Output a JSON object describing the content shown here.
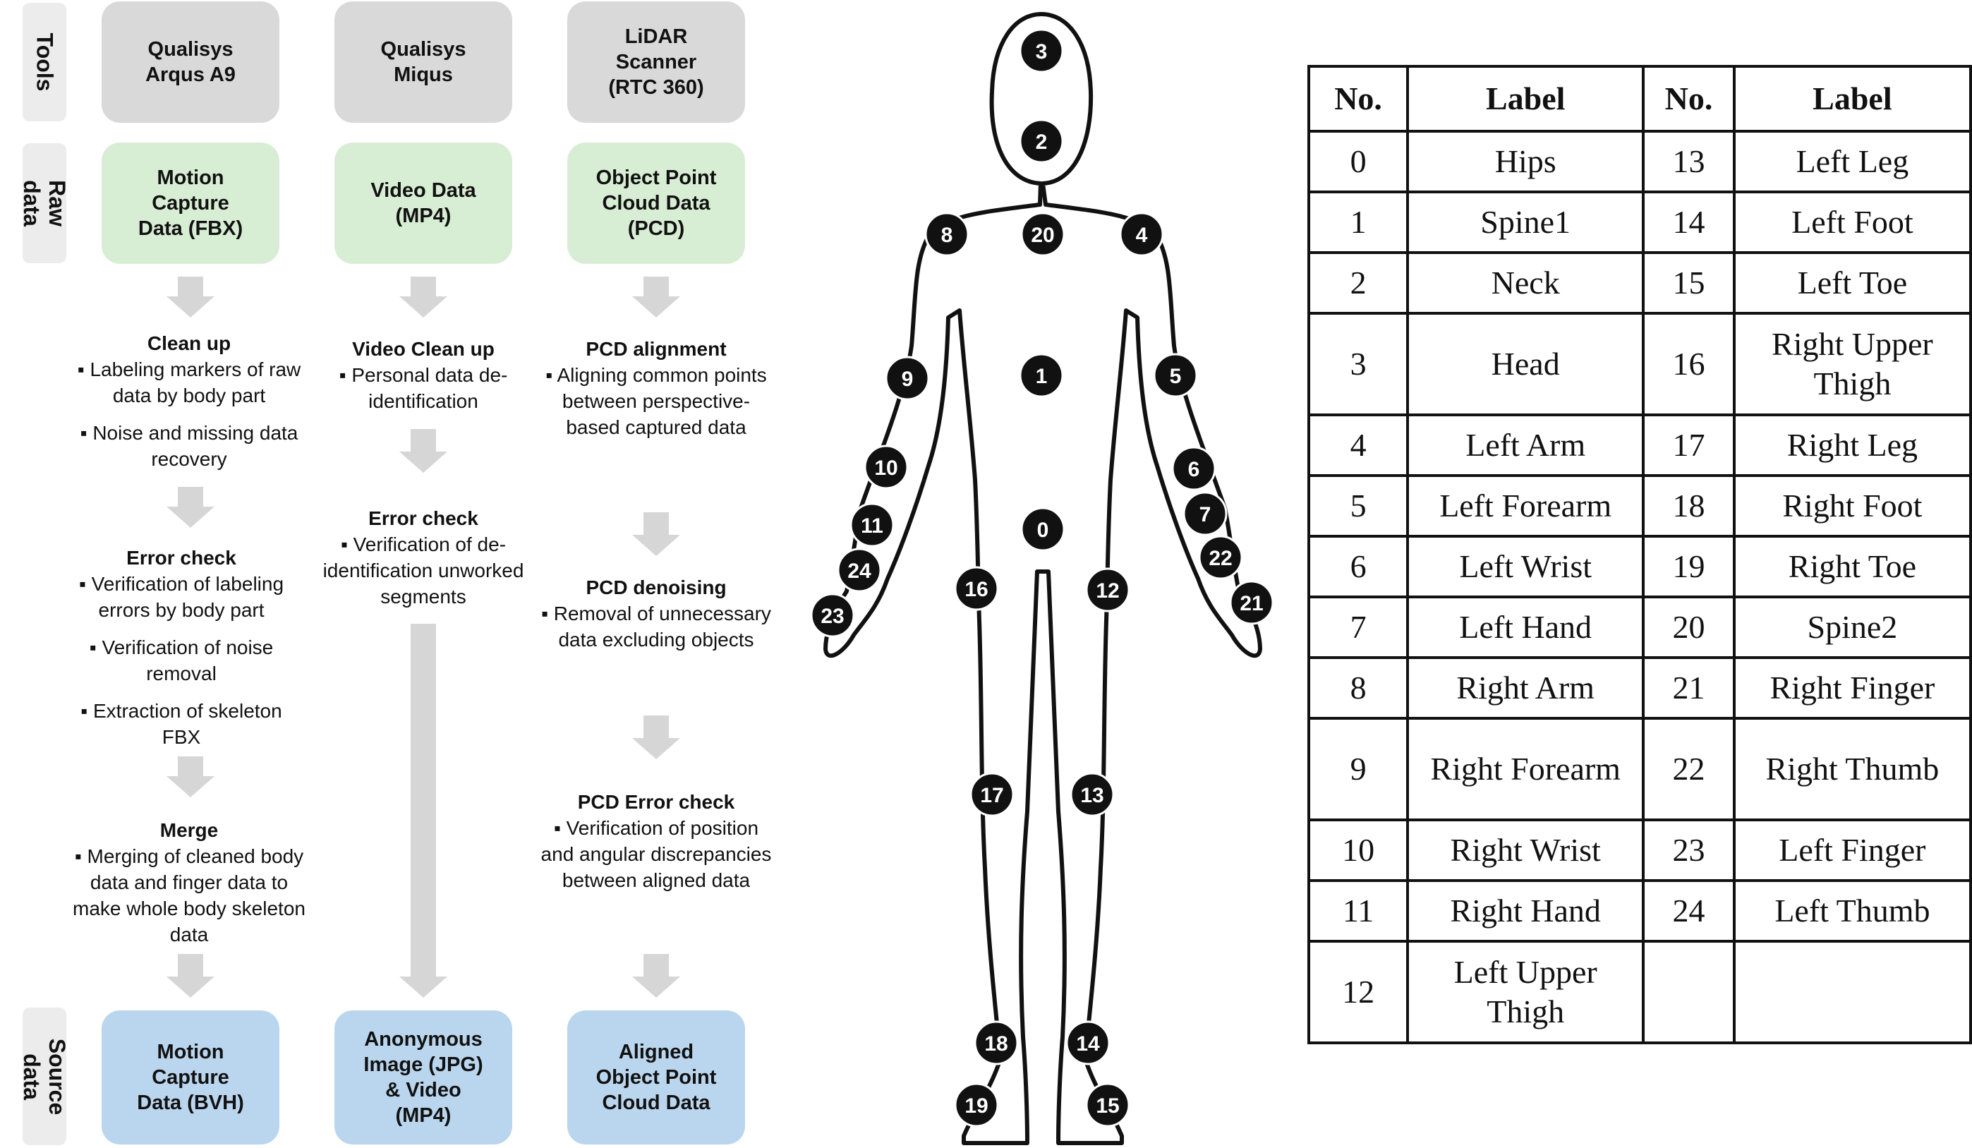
{
  "flow": {
    "side_labels": {
      "tools": "Tools",
      "raw": "Raw\ndata",
      "source": "Source\ndata"
    },
    "tools": [
      "Qualisys\nArqus A9",
      "Qualisys\nMiqus",
      "LiDAR\nScanner\n(RTC 360)"
    ],
    "raw_data": [
      "Motion\nCapture\nData (FBX)",
      "Video Data\n(MP4)",
      "Object Point\nCloud Data\n(PCD)"
    ],
    "source_data": [
      "Motion\nCapture\nData (BVH)",
      "Anonymous\nImage (JPG)\n& Video\n(MP4)",
      "Aligned\nObject Point\nCloud Data"
    ],
    "col1": [
      {
        "title": "Clean up",
        "bullets": [
          "▪ Labeling markers of raw data by body part",
          "▪ Noise and missing data recovery"
        ]
      },
      {
        "title": "Error check",
        "bullets": [
          "▪ Verification of labeling errors by body part",
          "▪ Verification of noise removal",
          "▪ Extraction of skeleton FBX"
        ]
      },
      {
        "title": "Merge",
        "bullets": [
          "▪ Merging of cleaned body data and finger data to make whole body skeleton data"
        ]
      }
    ],
    "col2": [
      {
        "title": "Video Clean up",
        "bullets": [
          "▪ Personal data de-identification"
        ]
      },
      {
        "title": "Error check",
        "bullets": [
          "▪ Verification of de-identification unworked segments"
        ]
      }
    ],
    "col3": [
      {
        "title": "PCD alignment",
        "bullets": [
          "▪ Aligning common points between perspective-based captured data"
        ]
      },
      {
        "title": "PCD denoising",
        "bullets": [
          "▪ Removal of unnecessary data excluding objects"
        ]
      },
      {
        "title": "PCD Error check",
        "bullets": [
          "▪ Verification of position and angular discrepancies between aligned data"
        ]
      }
    ]
  },
  "body_markers": [
    "0",
    "1",
    "2",
    "3",
    "4",
    "5",
    "6",
    "7",
    "8",
    "9",
    "10",
    "11",
    "12",
    "13",
    "14",
    "15",
    "16",
    "17",
    "18",
    "19",
    "20",
    "21",
    "22",
    "23",
    "24"
  ],
  "table": {
    "headers": [
      "No.",
      "Label",
      "No.",
      "Label"
    ],
    "rows": [
      [
        "0",
        "Hips",
        "13",
        "Left Leg"
      ],
      [
        "1",
        "Spine1",
        "14",
        "Left Foot"
      ],
      [
        "2",
        "Neck",
        "15",
        "Left Toe"
      ],
      [
        "3",
        "Head",
        "16",
        "Right Upper Thigh"
      ],
      [
        "4",
        "Left Arm",
        "17",
        "Right Leg"
      ],
      [
        "5",
        "Left Forearm",
        "18",
        "Right Foot"
      ],
      [
        "6",
        "Left Wrist",
        "19",
        "Right Toe"
      ],
      [
        "7",
        "Left Hand",
        "20",
        "Spine2"
      ],
      [
        "8",
        "Right Arm",
        "21",
        "Right Finger"
      ],
      [
        "9",
        "Right Forearm",
        "22",
        "Right Thumb"
      ],
      [
        "10",
        "Right Wrist",
        "23",
        "Left Finger"
      ],
      [
        "11",
        "Right Hand",
        "24",
        "Left Thumb"
      ],
      [
        "12",
        "Left Upper Thigh",
        "",
        ""
      ]
    ]
  }
}
